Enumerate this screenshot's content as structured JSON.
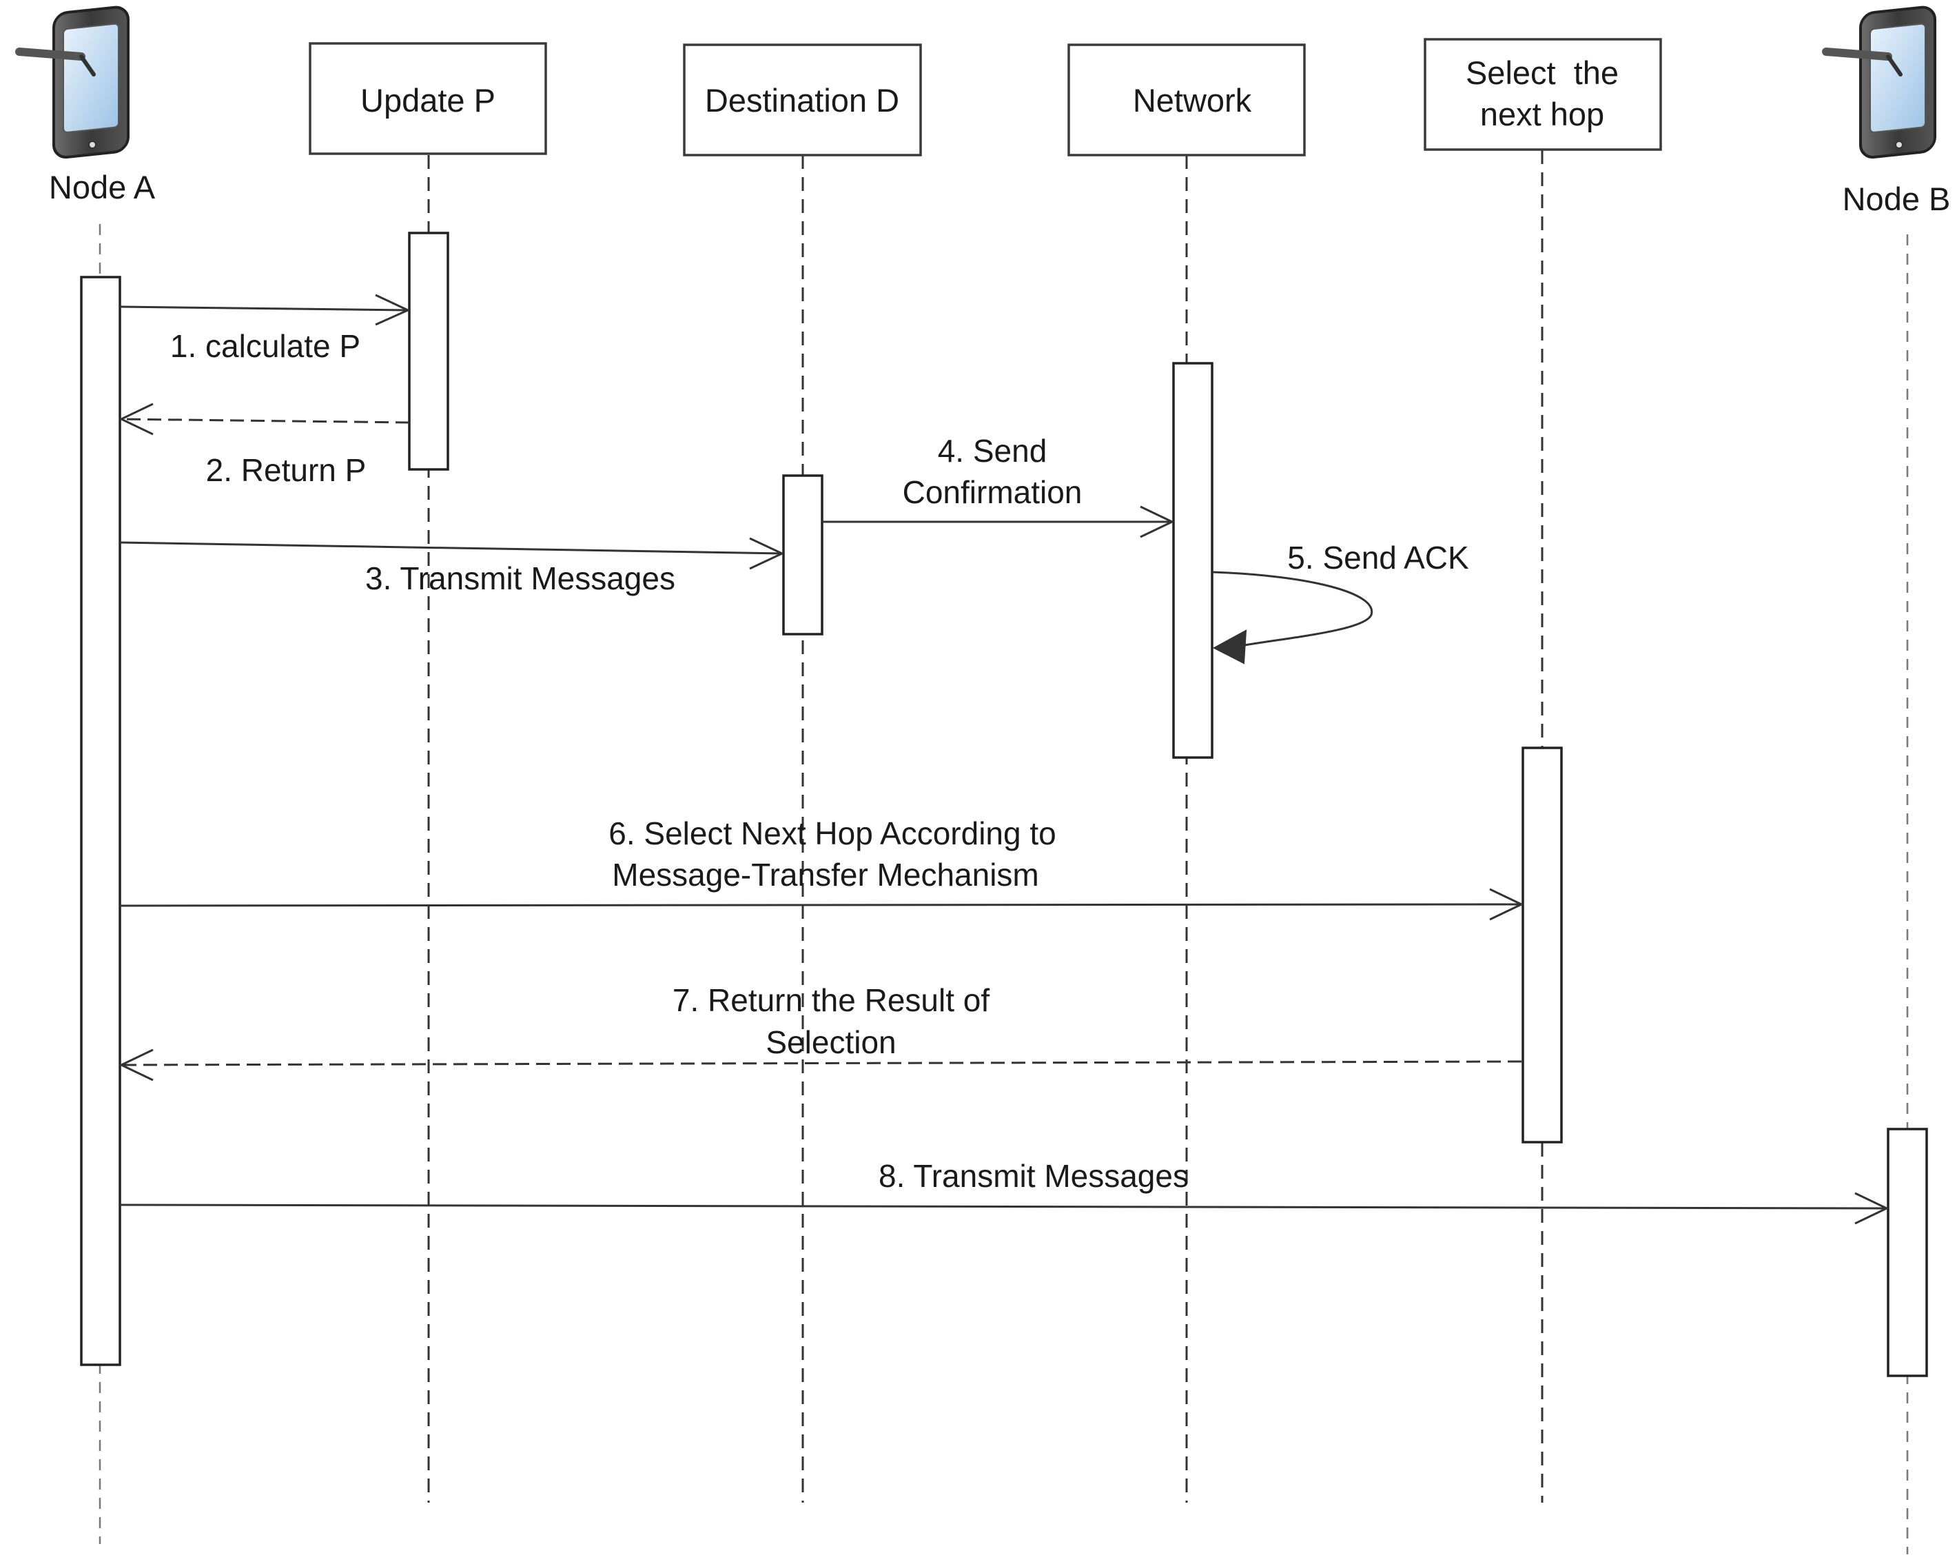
{
  "participants": {
    "node_a": {
      "label": "Node A",
      "icon": "tablet-stylus-icon"
    },
    "update_p": {
      "label": "Update P"
    },
    "destination_d": {
      "label": "Destination D"
    },
    "network": {
      "label": "Network"
    },
    "select_hop": {
      "label_line1": "Select  the",
      "label_line2": "next hop"
    },
    "node_b": {
      "label": "Node B",
      "icon": "tablet-stylus-icon"
    }
  },
  "messages": {
    "m1": "1. calculate P",
    "m2": "2. Return P",
    "m3": "3. Transmit Messages",
    "m4_line1": "4. Send",
    "m4_line2": "Confirmation",
    "m5": "5. Send ACK",
    "m6_line1": "6. Select Next Hop According to",
    "m6_line2": "Message-Transfer Mechanism",
    "m7_line1": "7. Return the Result of",
    "m7_line2": "Selection",
    "m8": "8. Transmit Messages"
  }
}
